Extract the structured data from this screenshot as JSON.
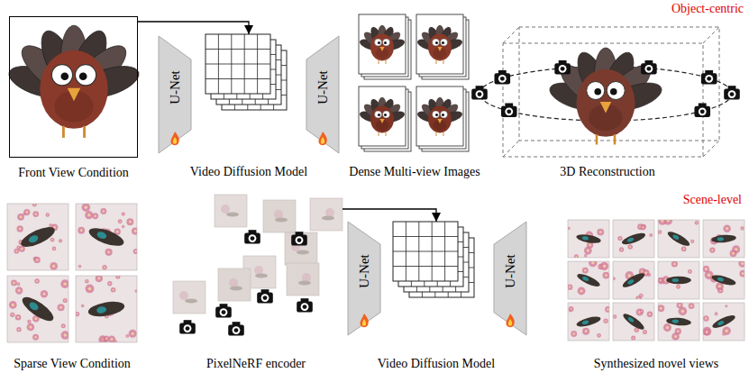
{
  "diagram": {
    "nodes": [
      {
        "text": [
          "Front View Condition"
        ]
      },
      {
        "text": [
          "U-Net"
        ]
      },
      {
        "text": [
          "Video Diffusion Model"
        ]
      },
      {
        "text": [
          "U-Net"
        ]
      },
      {
        "text": [
          "Dense Multi-view Images"
        ]
      },
      {
        "text": [
          "3D Reconstruction"
        ]
      },
      {
        "text": [
          "Sparse View Condition"
        ]
      },
      {
        "text": [
          "PixelNeRF encoder"
        ]
      },
      {
        "text": [
          "U-Net"
        ]
      },
      {
        "text": [
          "Video Diffusion Model"
        ]
      },
      {
        "text": [
          "U-Net"
        ]
      },
      {
        "text": [
          "Synthesized novel views"
        ]
      }
    ],
    "edges": [
      {
        "from": 0,
        "to": 2,
        "arrow": "to"
      },
      {
        "from": 7,
        "to": 9,
        "arrow": "to"
      }
    ],
    "labels": [
      "Object-centric",
      "Scene-level"
    ]
  }
}
